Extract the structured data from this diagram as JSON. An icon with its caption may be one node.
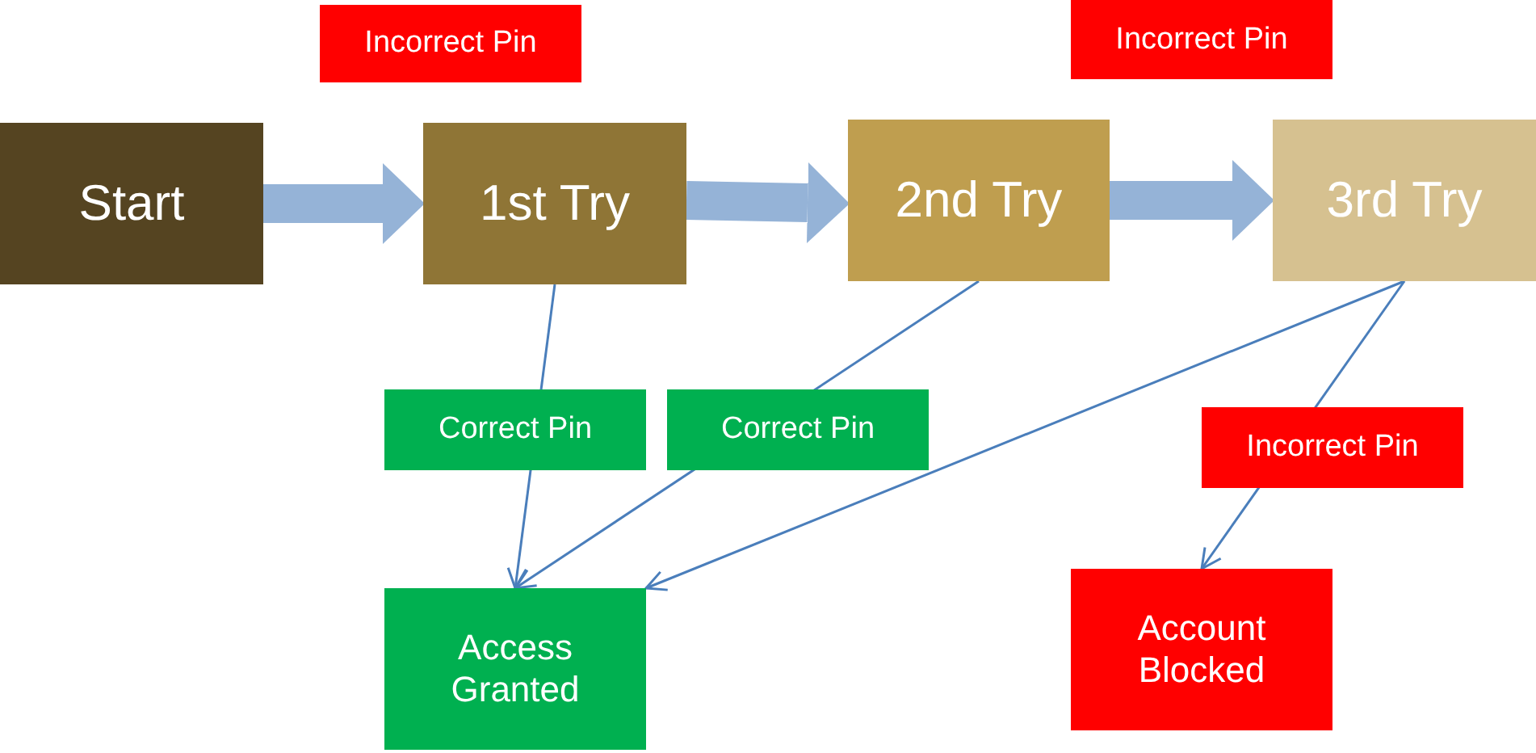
{
  "diagram": {
    "nodes": [
      {
        "text": [
          "Start"
        ]
      },
      {
        "text": [
          "1st Try"
        ]
      },
      {
        "text": [
          "2nd Try"
        ]
      },
      {
        "text": [
          "3rd Try"
        ]
      },
      {
        "text": [
          "Access Granted"
        ]
      },
      {
        "text": [
          "Account Blocked"
        ]
      }
    ],
    "edges": [
      {
        "from": 0,
        "to": 1,
        "arrow": "to",
        "style": "thick",
        "color": "#95b3d7",
        "label": "Incorrect Pin"
      },
      {
        "from": 1,
        "to": 2,
        "arrow": "to",
        "style": "thick",
        "color": "#95b3d7"
      },
      {
        "from": 2,
        "to": 3,
        "arrow": "to",
        "style": "thick",
        "color": "#95b3d7",
        "label": "Incorrect Pin"
      },
      {
        "from": 1,
        "to": 4,
        "arrow": "to",
        "label": "Correct Pin"
      },
      {
        "from": 2,
        "to": 4,
        "arrow": "to",
        "label": "Correct Pin"
      },
      {
        "from": 3,
        "to": 4,
        "arrow": "to"
      },
      {
        "from": 3,
        "to": 5,
        "arrow": "to",
        "label": "Incorrect Pin"
      }
    ]
  }
}
